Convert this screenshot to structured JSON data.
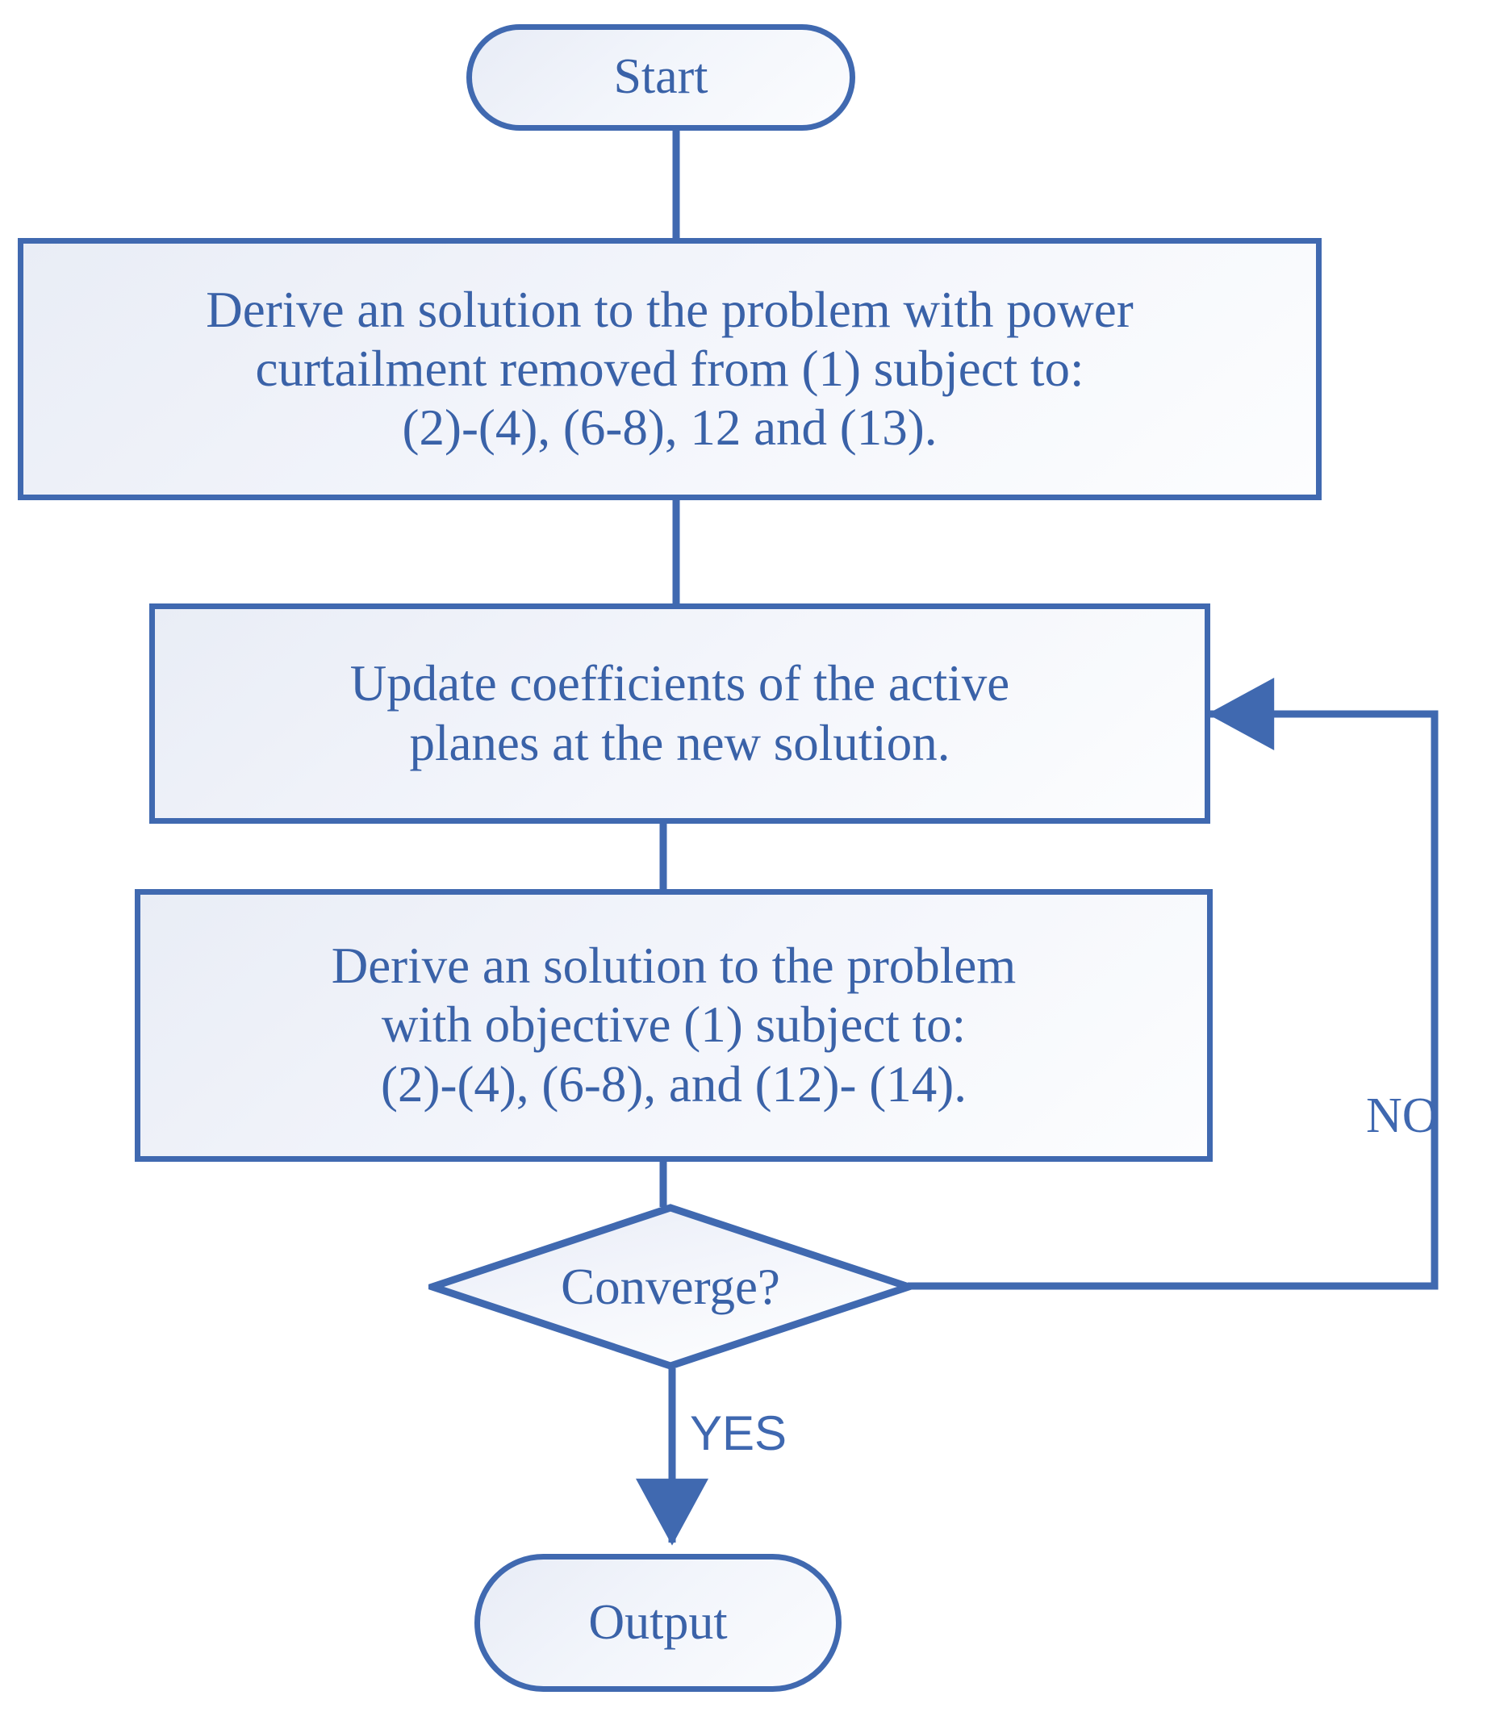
{
  "diagram": {
    "title": "Iterative solution algorithm flowchart",
    "type": "flowchart",
    "colors": {
      "stroke": "#4069b0",
      "text": "#3a62a8",
      "fill_light": "#fbfcfe",
      "fill_dark": "#e8ecf6",
      "background": "#ffffff"
    },
    "nodes": {
      "start": {
        "shape": "terminator",
        "label": "Start"
      },
      "initial_solve": {
        "shape": "process",
        "line1": "Derive an solution to the problem with power",
        "line2": "curtailment removed from (1) subject to:",
        "line3": "(2)-(4), (6-8), 12 and (13)."
      },
      "update_planes": {
        "shape": "process",
        "line1": "Update coefficients of the active",
        "line2": "planes at the new solution.",
        "line3": ""
      },
      "resolve": {
        "shape": "process",
        "line1": "Derive an solution to the problem",
        "line2": "with  objective (1) subject to:",
        "line3": "(2)-(4), (6-8), and (12)- (14)."
      },
      "converge": {
        "shape": "decision",
        "label": "Converge?"
      },
      "output": {
        "shape": "terminator",
        "label": "Output"
      }
    },
    "edge_labels": {
      "no": "NO",
      "yes": "YES"
    }
  }
}
